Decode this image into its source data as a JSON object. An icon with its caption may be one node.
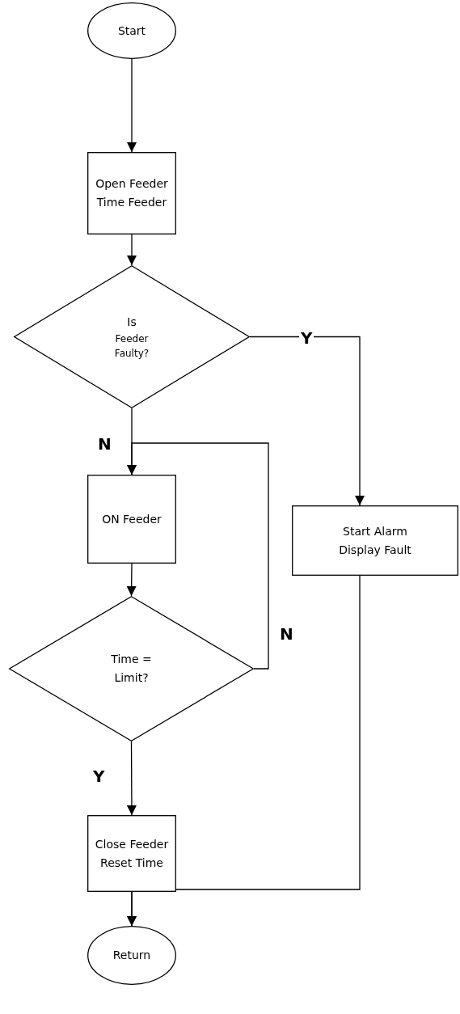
{
  "diagram": {
    "nodes": [
      {
        "text": [
          "Start"
        ]
      },
      {
        "text": [
          "Open Feeder Time Feeder"
        ]
      },
      {
        "text": [
          "Is",
          "Feeder Faulty?"
        ]
      },
      {
        "text": [
          "ON Feeder"
        ]
      },
      {
        "text": [
          "Start Alarm Display Fault"
        ]
      },
      {
        "text": [
          "Time = Limit?"
        ]
      },
      {
        "text": [
          "Close Feeder Reset Time"
        ]
      },
      {
        "text": [
          "Return"
        ]
      }
    ],
    "edges": [
      {
        "from": 0,
        "to": 1,
        "arrow": "to"
      },
      {
        "from": 1,
        "to": 2,
        "arrow": "to"
      },
      {
        "from": 2,
        "to": 4,
        "arrow": "to",
        "label": "Y"
      },
      {
        "from": 2,
        "to": 3,
        "arrow": "to",
        "label": "N"
      },
      {
        "from": 3,
        "to": 5,
        "arrow": "to"
      },
      {
        "from": 5,
        "to": 3,
        "arrow": "to",
        "label": "N"
      },
      {
        "from": 5,
        "to": 6,
        "arrow": "to",
        "label": "Y"
      },
      {
        "from": 6,
        "to": 7,
        "arrow": "to"
      },
      {
        "from": 4,
        "to": 7,
        "arrow": "to"
      }
    ]
  }
}
